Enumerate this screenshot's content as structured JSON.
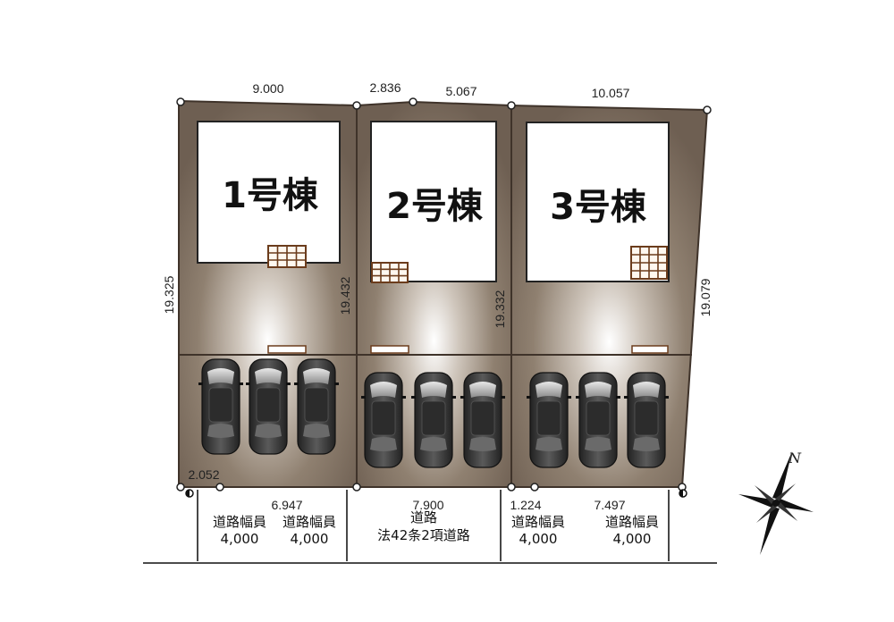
{
  "buildings": [
    {
      "label": "1号棟"
    },
    {
      "label": "2号棟"
    },
    {
      "label": "3号棟"
    }
  ],
  "dimensions": {
    "top_lot1": "9.000",
    "top_lot2_a": "2.836",
    "top_lot2_b": "5.067",
    "top_lot3": "10.057",
    "side_left": "19.325",
    "side_between_1_2": "19.432",
    "side_between_2_3": "19.332",
    "side_right": "19.079",
    "bottom_corner": "2.052",
    "front_lot1": "6.947",
    "front_lot2": "7.900",
    "front_lot3_a": "1.224",
    "front_lot3_b": "7.497"
  },
  "road_labels": [
    {
      "line1": "道路幅員",
      "line2": "4,000"
    },
    {
      "line1": "道路幅員",
      "line2": "4,000"
    },
    {
      "line1": "道路",
      "line2": "法42条2項道路"
    },
    {
      "line1": "道路幅員",
      "line2": "4,000"
    },
    {
      "line1": "道路幅員",
      "line2": "4,000"
    }
  ],
  "compass": {
    "label": "N"
  },
  "colors": {
    "lot_fill": "#8a7a6c",
    "lot_edge": "#4a3c31",
    "building_fill": "#ffffff",
    "car_body": "#3a3a3a"
  }
}
